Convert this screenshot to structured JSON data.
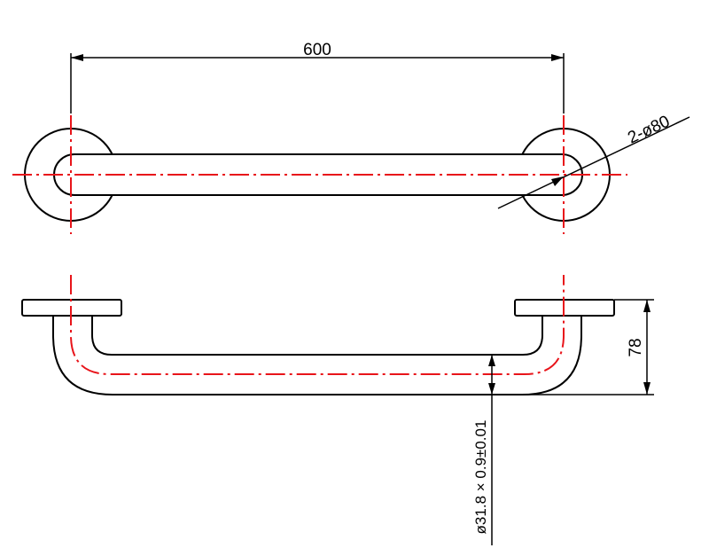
{
  "drawing": {
    "dimension_length": "600",
    "dimension_hole": "2-ø80",
    "dimension_height": "78",
    "dimension_tube": "ø31.8 × 0.9±0.01"
  },
  "colors": {
    "outline": "#000000",
    "centerline": "#e8141a"
  }
}
